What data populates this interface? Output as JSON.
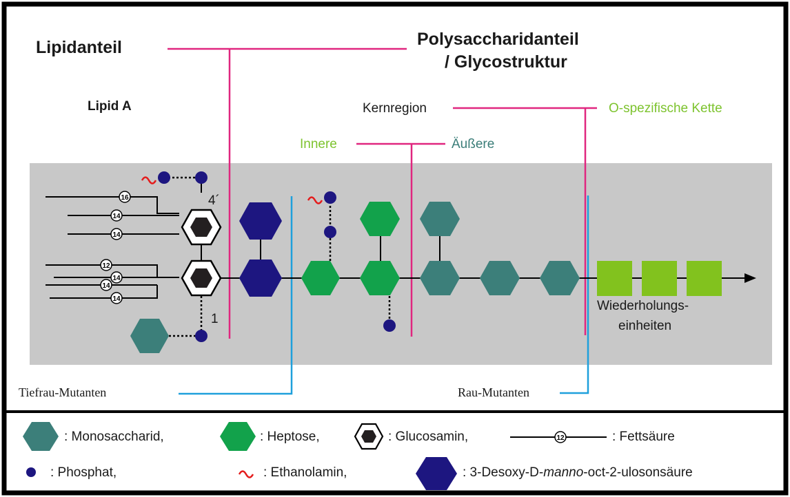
{
  "colors": {
    "magenta": "#e0267f",
    "blue": "#1ea0dc",
    "green_text": "#7dc32e",
    "teal_text": "#3a7d78",
    "monosaccharide": "#3c7f7a",
    "heptose": "#12a24b",
    "kdo": "#1d1680",
    "phosphate": "#1d1680",
    "ethanolamine": "#e41c1c",
    "repeat_unit": "#82c21e",
    "band": "#c8c8c8"
  },
  "headers": {
    "lipid": "Lipidanteil",
    "poly_line1": "Polysaccharidanteil",
    "poly_line2": "/ Glycostruktur",
    "lipid_a": "Lipid A",
    "core": "Kernregion",
    "o_chain": "O-spezifische Kette",
    "inner": "Innere",
    "outer": "Äußere"
  },
  "diagram": {
    "pos_4": "4´",
    "pos_1": "1",
    "fatty_acids": [
      "16",
      "14",
      "14",
      "12",
      "14",
      "14",
      "14"
    ],
    "repeat_line1": "Wiederholungs-",
    "repeat_line2": "einheiten",
    "deep_rough": "Tiefrau-Mutanten",
    "rough": "Rau-Mutanten"
  },
  "legend": {
    "monosaccharide": ": Monosaccharid,",
    "heptose": ": Heptose,",
    "glucosamine": ": Glucosamin,",
    "fatty_acid_num": "12",
    "fatty_acid": ": Fettsäure",
    "phosphate": ": Phosphat,",
    "ethanolamine": ": Ethanolamin,",
    "kdo_prefix": ": 3-Desoxy-D-",
    "kdo_italic": "manno",
    "kdo_suffix": "-oct-2-ulosonsäure"
  }
}
